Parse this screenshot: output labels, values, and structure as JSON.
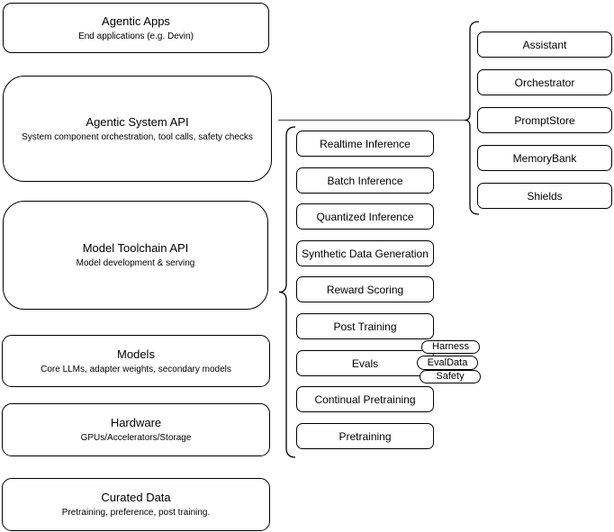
{
  "diagram": {
    "left_stack": [
      {
        "title": "Agentic Apps",
        "subtitle": "End applications (e.g. Devin)"
      },
      {
        "title": "Agentic System API",
        "subtitle": "System component orchestration, tool calls, safety checks"
      },
      {
        "title": "Model Toolchain API",
        "subtitle": "Model development & serving"
      },
      {
        "title": "Models",
        "subtitle": "Core LLMs, adapter weights, secondary models"
      },
      {
        "title": "Hardware",
        "subtitle": "GPUs/Accelerators/Storage"
      },
      {
        "title": "Curated Data",
        "subtitle": "Pretraining, preference, post training."
      }
    ],
    "toolchain_items": [
      "Realtime Inference",
      "Batch Inference",
      "Quantized Inference",
      "Synthetic Data Generation",
      "Reward Scoring",
      "Post Training",
      "Evals",
      "Continual Pretraining",
      "Pretraining"
    ],
    "evals_tags": [
      "Harness",
      "EvalData",
      "Safety"
    ],
    "system_components": [
      "Assistant",
      "Orchestrator",
      "PromptStore",
      "MemoryBank",
      "Shields"
    ],
    "colors": {
      "stroke": "#000000",
      "background": "#ffffff",
      "connector": "#666666"
    }
  }
}
